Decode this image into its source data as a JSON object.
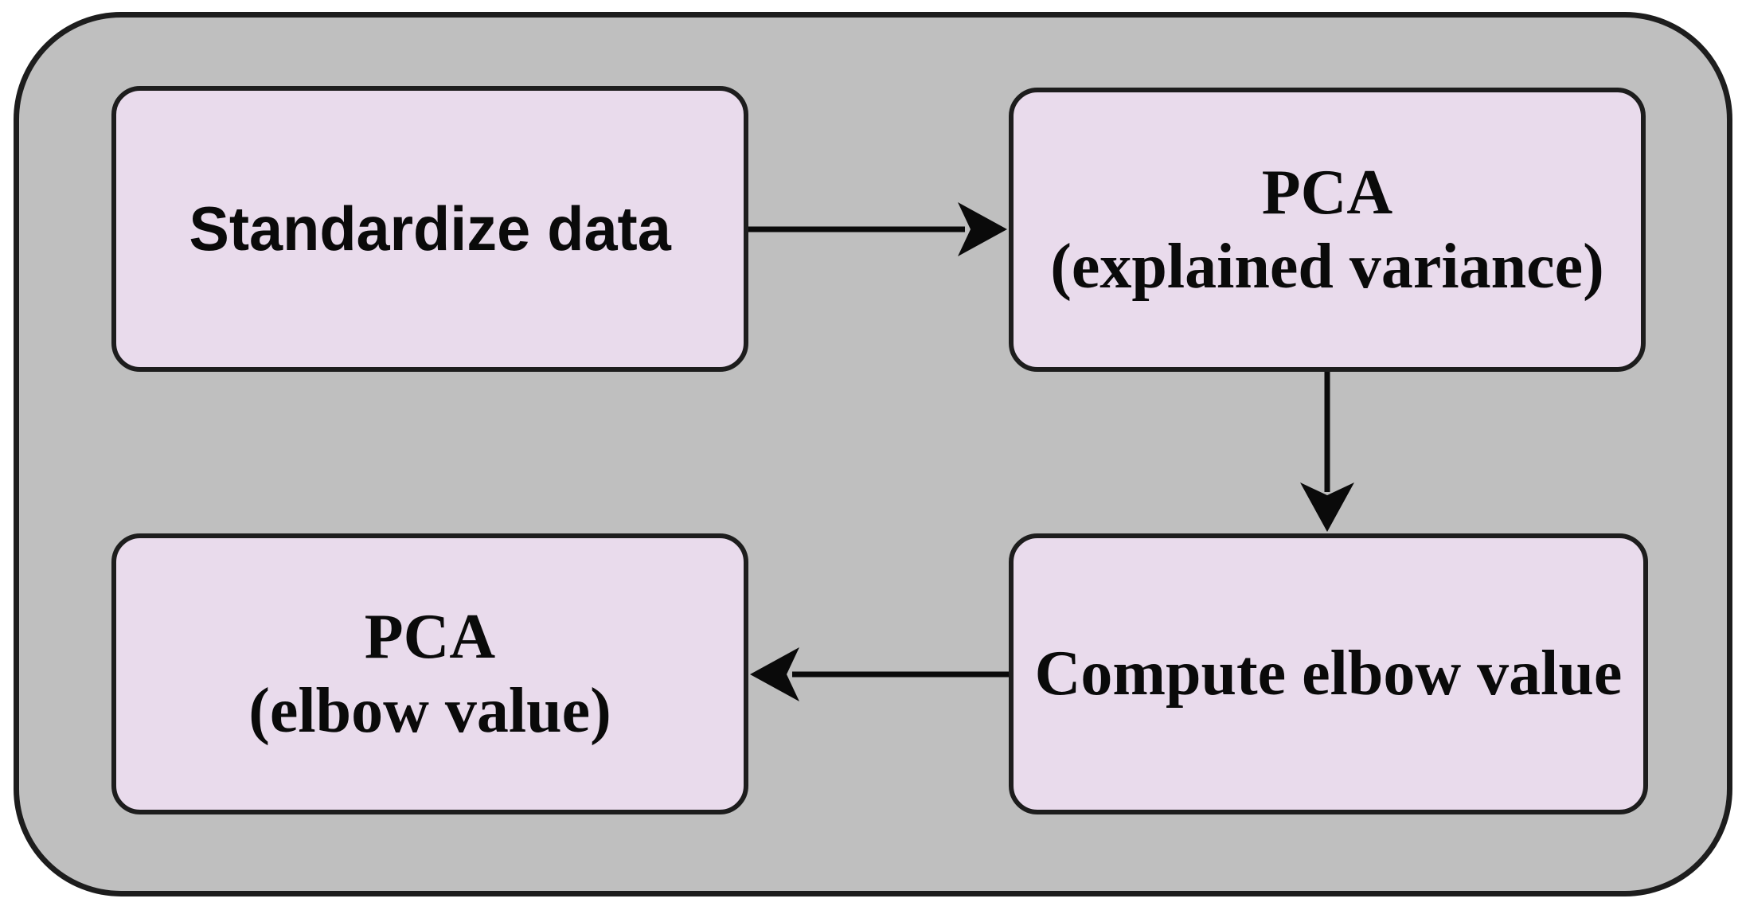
{
  "diagram": {
    "title": "PCA elbow-value flowchart",
    "colors": {
      "page": "#ffffff",
      "frame": "#bfbfbf",
      "node": "#e9dbec",
      "border": "#1d1d1d",
      "arrow": "#0a0a0a"
    },
    "nodes": [
      {
        "id": "standardize-data",
        "line1": "Standardize data"
      },
      {
        "id": "pca-explained-variance",
        "line1": "PCA",
        "line2": "(explained variance)"
      },
      {
        "id": "compute-elbow-value",
        "line1": "Compute elbow value"
      },
      {
        "id": "pca-elbow-value",
        "line1": "PCA",
        "line2": "(elbow value)"
      }
    ],
    "edges": [
      {
        "from": "standardize-data",
        "to": "pca-explained-variance",
        "direction": "right"
      },
      {
        "from": "pca-explained-variance",
        "to": "compute-elbow-value",
        "direction": "down"
      },
      {
        "from": "compute-elbow-value",
        "to": "pca-elbow-value",
        "direction": "left"
      }
    ]
  }
}
